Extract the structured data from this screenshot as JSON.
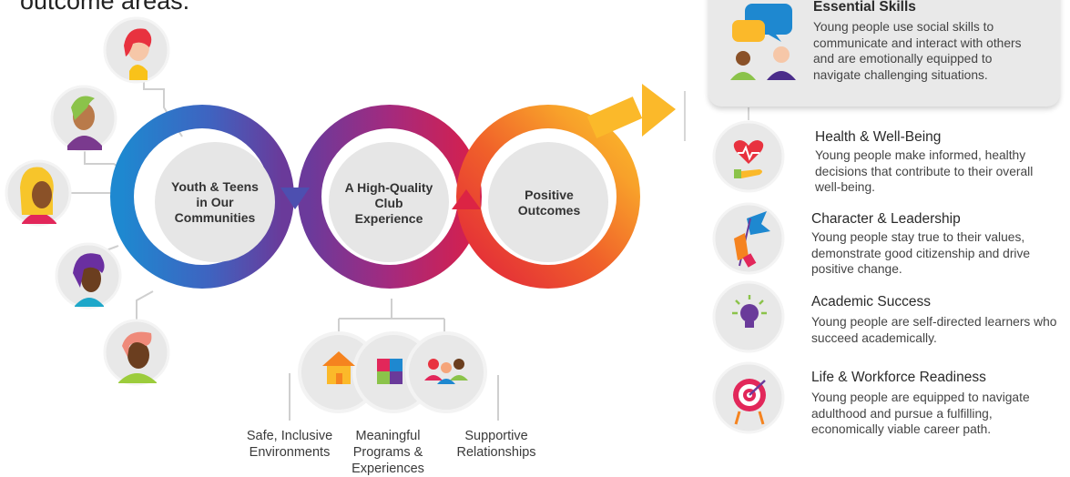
{
  "headline": "outcome areas.",
  "loop": {
    "youth": "Youth & Teens in Our Communities",
    "club": "A High-Quality Club Experience",
    "outcomes": "Positive Outcomes"
  },
  "pillars": [
    {
      "icon": "house-icon",
      "label": "Safe, Inclusive Environments"
    },
    {
      "icon": "puzzle-icon",
      "label": "Meaningful Programs & Experiences"
    },
    {
      "icon": "people-group-icon",
      "label": "Supportive Relationships"
    }
  ],
  "outcomes": [
    {
      "icon": "speech-bubbles-icon",
      "title": "Essential Skills",
      "desc": "Young people use social skills to communicate and interact with others and are emotionally equipped to navigate challenging situations."
    },
    {
      "icon": "heart-hand-icon",
      "title": "Health & Well-Being",
      "desc": "Young people make informed, healthy decisions that contribute to their overall well-being."
    },
    {
      "icon": "flag-hand-icon",
      "title": "Character & Leadership",
      "desc": "Young people stay true to their values, demonstrate good citizenship and drive positive change."
    },
    {
      "icon": "lightbulb-icon",
      "title": "Academic Success",
      "desc": "Young people are self-directed learners who succeed academically."
    },
    {
      "icon": "target-icon",
      "title": "Life & Workforce Readiness",
      "desc": "Young people are equipped to navigate adulthood and pursue a fulfilling, economically viable career path."
    }
  ],
  "colors": {
    "blue": "#1e88d0",
    "purple": "#6a3a9a",
    "magenta": "#c2185b",
    "red": "#e53935",
    "orange": "#f5831f",
    "yellow": "#fbb92a",
    "card_bg": "#e9e9e9",
    "circle_bg": "#e6e6e6"
  }
}
